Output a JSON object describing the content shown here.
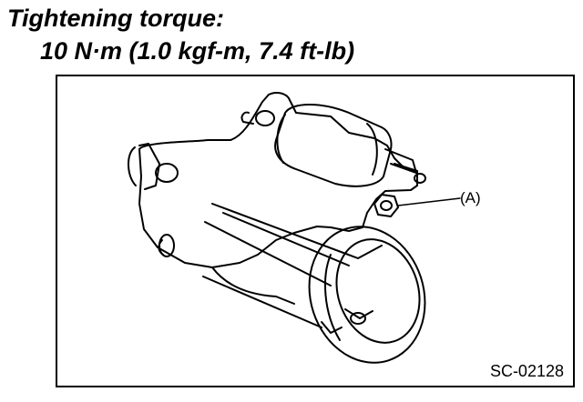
{
  "heading": {
    "line1": "Tightening torque:",
    "line2": "10 N·m (1.0 kgf-m, 7.4 ft-lb)"
  },
  "figure": {
    "callout_label": "(A)",
    "figure_id": "SC-02128",
    "subject_icon": "starter-motor-illustration"
  },
  "colors": {
    "ink": "#000000",
    "paper": "#ffffff"
  }
}
